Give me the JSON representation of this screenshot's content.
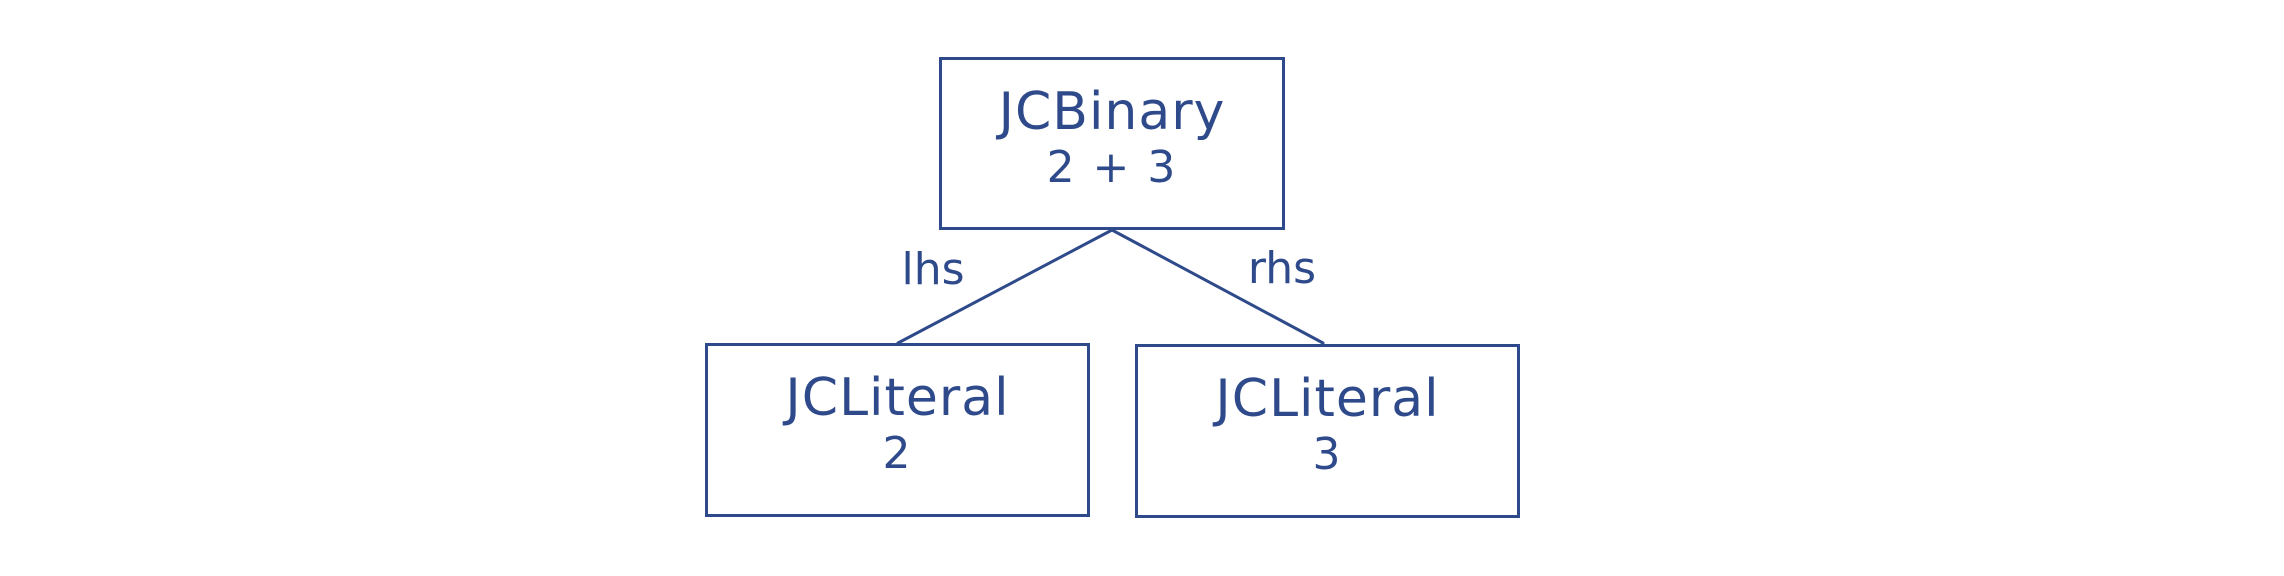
{
  "theme": {
    "ink": "#2e4a8a",
    "background": "#ffffff"
  },
  "diagram": {
    "type": "tree",
    "description": "AST node diagram",
    "root": {
      "title": "JCBinary",
      "value": "2 + 3"
    },
    "children": [
      {
        "edge_label": "lhs",
        "title": "JCLiteral",
        "value": "2"
      },
      {
        "edge_label": "rhs",
        "title": "JCLiteral",
        "value": "3"
      }
    ]
  }
}
